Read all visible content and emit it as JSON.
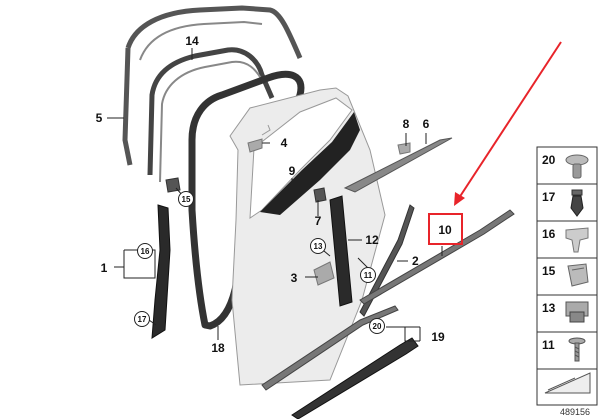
{
  "diagram": {
    "labels": {
      "l1": "1",
      "l2": "2",
      "l3": "3",
      "l4": "4",
      "l5": "5",
      "l6": "6",
      "l7": "7",
      "l8": "8",
      "l9": "9",
      "l10": "10",
      "l11": "11",
      "l12": "12",
      "l13": "13",
      "l14": "14",
      "l15": "15",
      "l16": "16",
      "l17": "17",
      "l18": "18",
      "l19": "19",
      "l20": "20"
    },
    "highlight_color": "#e8242a",
    "panel": {
      "items": [
        {
          "num": "20",
          "icon": "push-rivet-icon"
        },
        {
          "num": "17",
          "icon": "expanding-clip-icon"
        },
        {
          "num": "16",
          "icon": "clip-icon"
        },
        {
          "num": "15",
          "icon": "clip-icon"
        },
        {
          "num": "13",
          "icon": "clip-nut-icon"
        },
        {
          "num": "11",
          "icon": "screw-icon"
        }
      ]
    },
    "reference_number": "489156"
  }
}
